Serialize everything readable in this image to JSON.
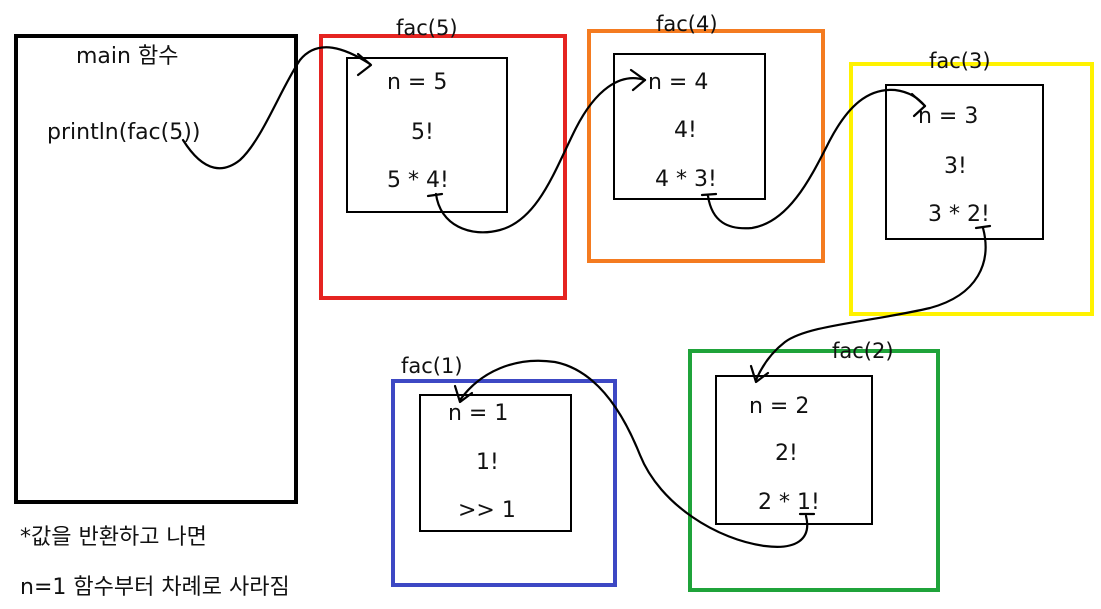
{
  "main": {
    "title": "main 함수",
    "call": "println(fac(5))"
  },
  "frames": [
    {
      "id": "fac5",
      "label": "fac(5)",
      "n_line": "n = 5",
      "fact": "5!",
      "expr": "5 * 4!",
      "color": "#e52421"
    },
    {
      "id": "fac4",
      "label": "fac(4)",
      "n_line": "n = 4",
      "fact": "4!",
      "expr": "4 * 3!",
      "color": "#f47b20"
    },
    {
      "id": "fac3",
      "label": "fac(3)",
      "n_line": "n = 3",
      "fact": "3!",
      "expr": "3 * 2!",
      "color": "#fff200"
    },
    {
      "id": "fac2",
      "label": "fac(2)",
      "n_line": "n = 2",
      "fact": "2!",
      "expr": "2 * 1!",
      "color": "#1fa33a"
    },
    {
      "id": "fac1",
      "label": "fac(1)",
      "n_line": "n = 1",
      "fact": "1!",
      "expr": ">> 1",
      "color": "#3d48c4"
    }
  ],
  "note": {
    "line1": "*값을 반환하고 나면",
    "line2": "n=1 함수부터 차례로 사라짐"
  }
}
